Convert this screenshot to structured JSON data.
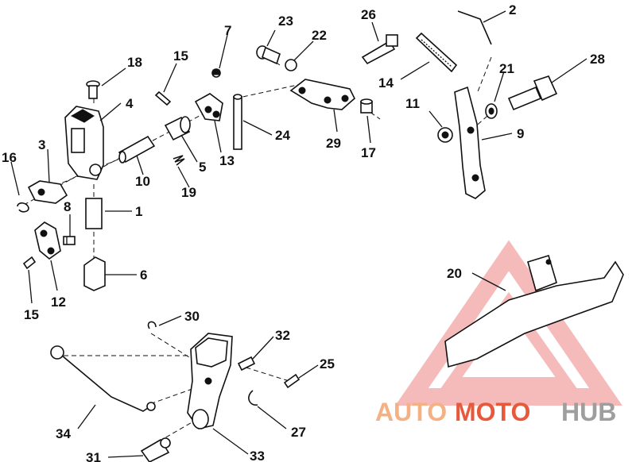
{
  "callouts": {
    "p1": "1",
    "p2": "2",
    "p3": "3",
    "p4": "4",
    "p5": "5",
    "p6": "6",
    "p7": "7",
    "p8": "8",
    "p9": "9",
    "p10": "10",
    "p11": "11",
    "p12": "12",
    "p13": "13",
    "p14": "14",
    "p15a": "15",
    "p15b": "15",
    "p16": "16",
    "p17": "17",
    "p18": "18",
    "p19": "19",
    "p20": "20",
    "p21": "21",
    "p22": "22",
    "p23": "23",
    "p24": "24",
    "p25": "25",
    "p26": "26",
    "p27": "27",
    "p28": "28",
    "p29": "29",
    "p30": "30",
    "p31": "31",
    "p32": "32",
    "p33": "33",
    "p34": "34"
  },
  "watermark": {
    "part1": "AUTO",
    "part2": "MOTO",
    "part3": "HUB",
    "color_auto": "#f4b183",
    "color_moto": "#e8593c",
    "color_hub": "#9e9e9e",
    "triangle_color": "#f2a3a3"
  }
}
